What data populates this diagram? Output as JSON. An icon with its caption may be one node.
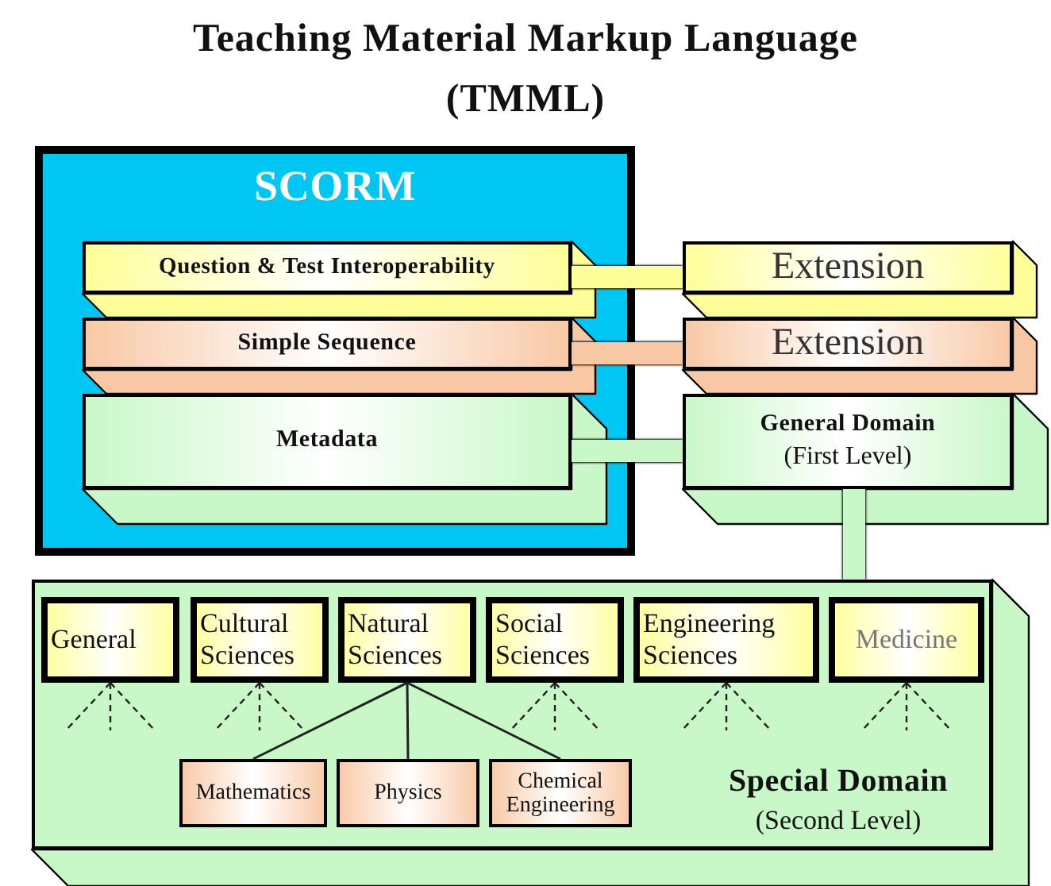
{
  "diagram": {
    "title": "Teaching Material Markup Language (TMML)",
    "nodes": [
      {
        "text": [
          "SCORM"
        ]
      },
      {
        "text": [
          "Question & Test Interoperability"
        ],
        "in": 0
      },
      {
        "text": [
          "Simple Sequence"
        ],
        "in": 0
      },
      {
        "text": [
          "Metadata"
        ],
        "in": 0
      },
      {
        "text": [
          "Extension"
        ]
      },
      {
        "text": [
          "Extension"
        ]
      },
      {
        "text": [
          "General Domain",
          "(First Level)"
        ]
      },
      {
        "text": [
          "Special Domain",
          "(Second Level)"
        ]
      },
      {
        "text": [
          "General"
        ],
        "in": 7
      },
      {
        "text": [
          "Cultural Sciences"
        ],
        "in": 7
      },
      {
        "text": [
          "Natural Sciences"
        ],
        "in": 7
      },
      {
        "text": [
          "Social Sciences"
        ],
        "in": 7
      },
      {
        "text": [
          "Engineering Sciences"
        ],
        "in": 7
      },
      {
        "text": [
          "Medicine"
        ],
        "in": 7
      },
      {
        "text": [
          "Mathematics"
        ],
        "in": 7
      },
      {
        "text": [
          "Physics"
        ],
        "in": 7
      },
      {
        "text": [
          "Chemical Engineering"
        ],
        "in": 7
      }
    ],
    "edges": [
      {
        "from": 1,
        "to": 4,
        "arrow": "none",
        "style": "thick",
        "color": "#ffff99"
      },
      {
        "from": 2,
        "to": 5,
        "arrow": "none",
        "style": "thick",
        "color": "#f8c8a4"
      },
      {
        "from": 3,
        "to": 6,
        "arrow": "none",
        "style": "thick",
        "color": "#c8f8c8"
      },
      {
        "from": 6,
        "to": 7,
        "arrow": "none",
        "style": "thick",
        "color": "#c8f8c8"
      },
      {
        "from": 10,
        "to": 14,
        "arrow": "none"
      },
      {
        "from": 10,
        "to": 15,
        "arrow": "none"
      },
      {
        "from": 10,
        "to": 16,
        "arrow": "none"
      },
      {
        "from": 8,
        "to": null,
        "arrow": "none",
        "style": "dashed"
      },
      {
        "from": 8,
        "to": null,
        "arrow": "none",
        "style": "dashed"
      },
      {
        "from": 8,
        "to": null,
        "arrow": "none",
        "style": "dashed"
      },
      {
        "from": 9,
        "to": null,
        "arrow": "none",
        "style": "dashed"
      },
      {
        "from": 9,
        "to": null,
        "arrow": "none",
        "style": "dashed"
      },
      {
        "from": 9,
        "to": null,
        "arrow": "none",
        "style": "dashed"
      },
      {
        "from": 11,
        "to": null,
        "arrow": "none",
        "style": "dashed"
      },
      {
        "from": 11,
        "to": null,
        "arrow": "none",
        "style": "dashed"
      },
      {
        "from": 11,
        "to": null,
        "arrow": "none",
        "style": "dashed"
      },
      {
        "from": 12,
        "to": null,
        "arrow": "none",
        "style": "dashed"
      },
      {
        "from": 12,
        "to": null,
        "arrow": "none",
        "style": "dashed"
      },
      {
        "from": 12,
        "to": null,
        "arrow": "none",
        "style": "dashed"
      },
      {
        "from": 13,
        "to": null,
        "arrow": "none",
        "style": "dashed"
      },
      {
        "from": 13,
        "to": null,
        "arrow": "none",
        "style": "dashed"
      },
      {
        "from": 13,
        "to": null,
        "arrow": "none",
        "style": "dashed"
      }
    ]
  }
}
